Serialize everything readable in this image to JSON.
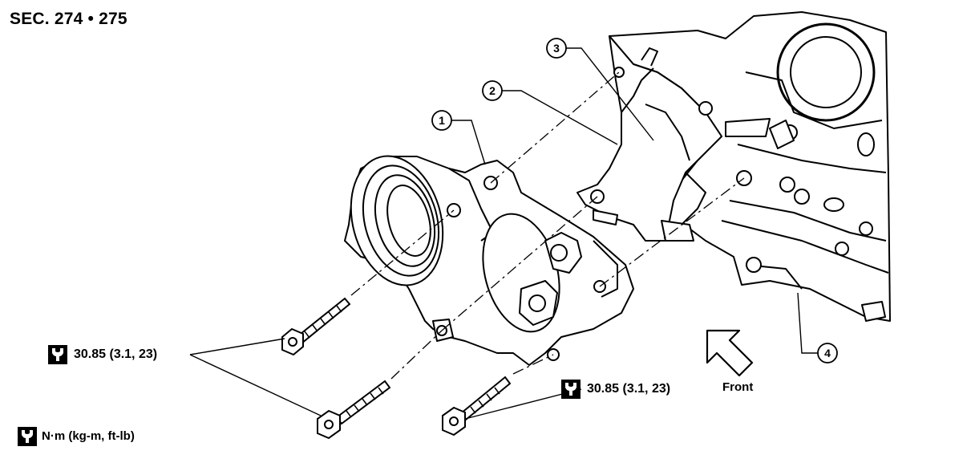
{
  "header": {
    "section": "SEC. 274 • 275"
  },
  "callouts": [
    {
      "number": "1"
    },
    {
      "number": "2"
    },
    {
      "number": "3"
    },
    {
      "number": "4"
    }
  ],
  "torque_specs": [
    {
      "value": "30.85 (3.1, 23)",
      "icon": "wrench-icon"
    },
    {
      "value": "30.85 (3.1, 23)",
      "icon": "wrench-icon"
    }
  ],
  "direction": {
    "label": "Front",
    "icon": "arrow-up-left-icon"
  },
  "legend": {
    "unit": "N·m (kg-m, ft-lb)",
    "icon": "wrench-icon"
  }
}
